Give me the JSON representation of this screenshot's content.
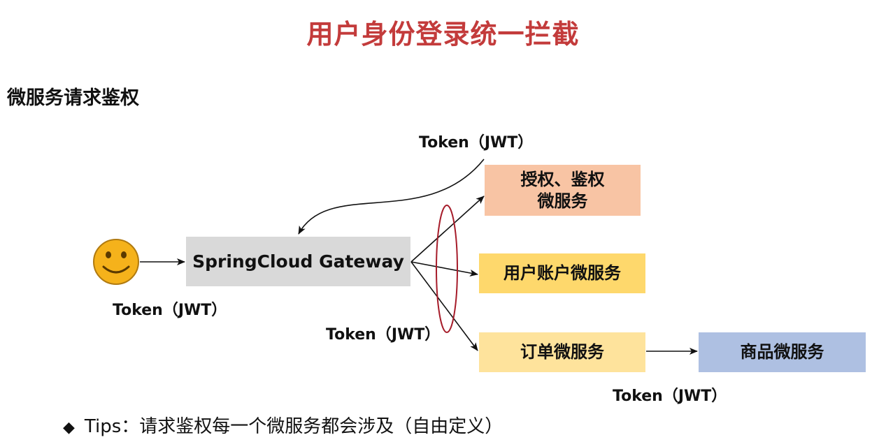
{
  "title": "用户身份登录统一拦截",
  "subtitle": "微服务请求鉴权",
  "token_labels": {
    "client": "Token（JWT）",
    "auth_top": "Token（JWT）",
    "gateway_out": "Token（JWT）",
    "order_product": "Token（JWT）"
  },
  "boxes": {
    "gateway": "SpringCloud Gateway",
    "auth_line1": "授权、鉴权",
    "auth_line2": "微服务",
    "account": "用户账户微服务",
    "order": "订单微服务",
    "product": "商品微服务"
  },
  "tips": {
    "bullet": "◆",
    "text": "Tips：请求鉴权每一个微服务都会涉及（自由定义）"
  },
  "colors": {
    "title": "#c33b3b",
    "smiley_fill": "#f5b21b",
    "gateway_fill": "#d9d9d9",
    "auth_fill": "#f8c4a4",
    "account_fill": "#fed86c",
    "order_fill": "#fee39c",
    "product_fill": "#aec0e2",
    "ellipse_stroke": "#a61c2a"
  },
  "icons": {
    "user": "smiley-face-icon",
    "tip_bullet": "diamond-bullet-icon"
  }
}
